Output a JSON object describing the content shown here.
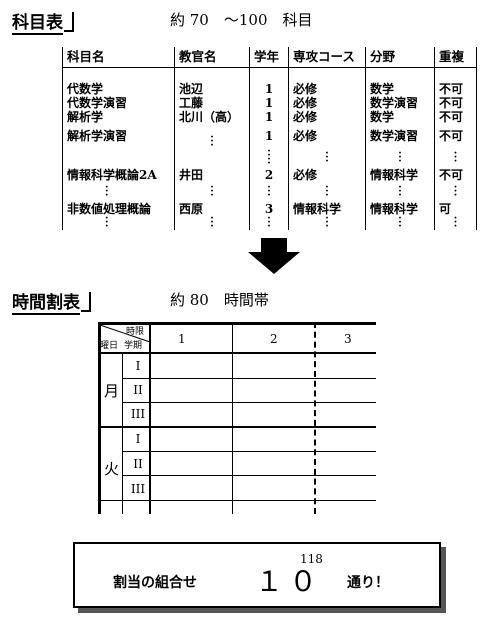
{
  "course_section": {
    "title": "科目表",
    "caption": "約 70　～100　科目",
    "headers": [
      "科目名",
      "教官名",
      "学年",
      "専攻コース",
      "分野",
      "重複"
    ],
    "rows": [
      [
        "代数学",
        "池辺",
        "1",
        "必修",
        "数学",
        "不可"
      ],
      [
        "代数学演習",
        "工藤",
        "1",
        "必修",
        "数学演習",
        "不可"
      ],
      [
        "解析学",
        "北川（高）",
        "1",
        "必修",
        "数学",
        "不可"
      ],
      [
        "解析学演習",
        "",
        "1",
        "必修",
        "数学演習",
        "不可"
      ],
      [
        "情報科学概論2A",
        "井田",
        "2",
        "必修",
        "情報科学",
        "不可"
      ],
      [
        "非数値処理概論",
        "西原",
        "3",
        "情報科学",
        "情報科学",
        "可"
      ]
    ]
  },
  "timetable_section": {
    "title": "時間割表",
    "caption": "約 80　時間帯",
    "corner_top": "時限",
    "corner_mid": "学期",
    "corner_left": "曜日",
    "periods": [
      "1",
      "2",
      "3"
    ],
    "days": [
      {
        "name": "月",
        "terms": [
          "I",
          "II",
          "III"
        ]
      },
      {
        "name": "火",
        "terms": [
          "I",
          "II",
          "III"
        ]
      }
    ]
  },
  "result_box": {
    "prefix": "割当の組合せ",
    "base": "１０",
    "exponent": "118",
    "suffix": "通り！"
  }
}
